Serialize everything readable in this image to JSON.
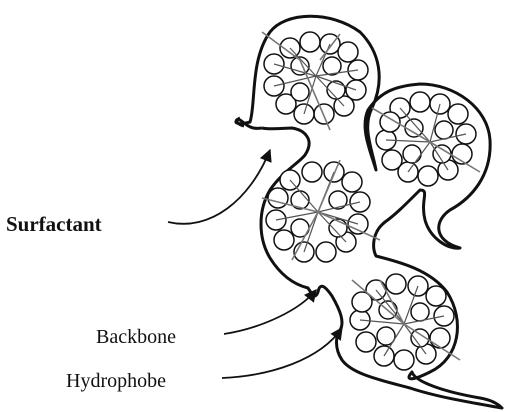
{
  "labels": {
    "surfactant": "Surfactant",
    "backbone": "Backbone",
    "hydrophobe": "Hydrophobe"
  },
  "colors": {
    "ink": "#111111",
    "chain": "#555555",
    "micelle_line": "#777777",
    "background": "#ffffff"
  }
}
